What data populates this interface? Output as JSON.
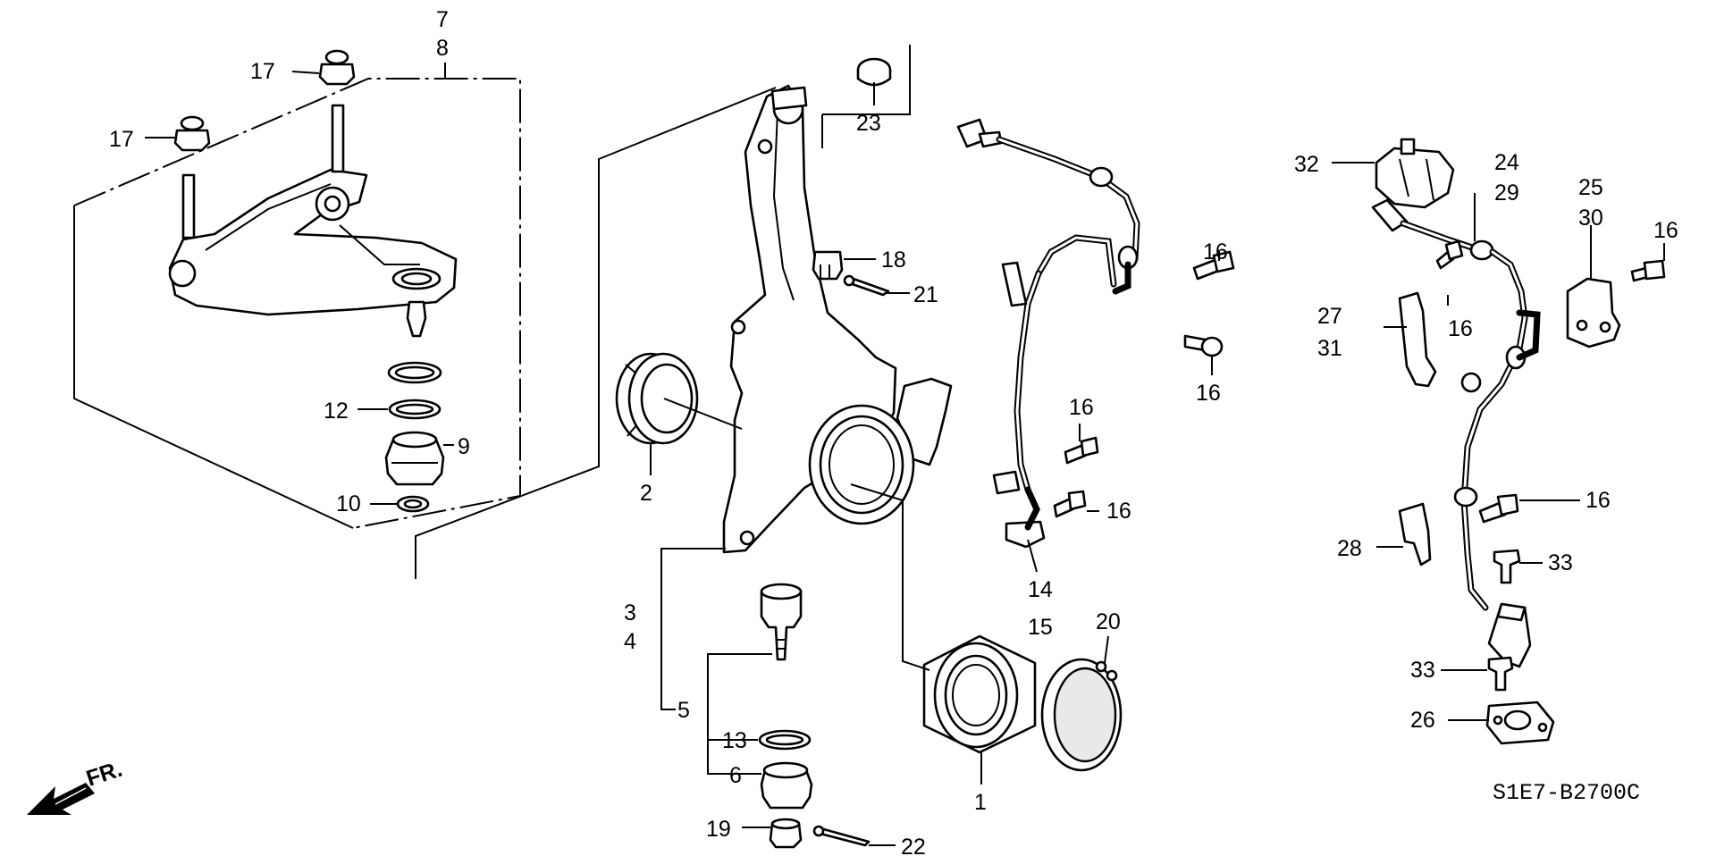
{
  "diagram_code": "S1E7-B2700C",
  "front_indicator": "FR.",
  "callouts": [
    "7",
    "8",
    "17",
    "17",
    "12",
    "9",
    "10",
    "23",
    "18",
    "21",
    "2",
    "3",
    "4",
    "5",
    "13",
    "6",
    "19",
    "22",
    "1",
    "14",
    "15",
    "20",
    "16",
    "16",
    "16",
    "16",
    "16",
    "32",
    "24",
    "29",
    "25",
    "30",
    "16",
    "27",
    "31",
    "16",
    "28",
    "33",
    "33",
    "26"
  ]
}
